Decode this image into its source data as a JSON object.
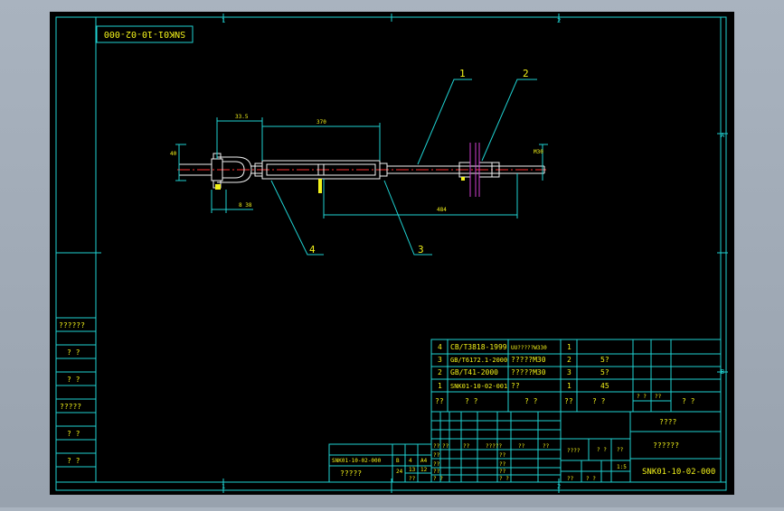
{
  "drawing": {
    "title_block_code": "SNK01-10-02-000",
    "drawing_number": "SNK01-10-02-000",
    "zone_letter_top": "1",
    "zone_letter_top_2": "2",
    "zone_letter_bottom": "1",
    "zone_letter_bottom_2": "2",
    "zone_letter_right": "A",
    "zone_letter_right_2": "B"
  },
  "dimensions": {
    "d_top_left": "33.5",
    "d_top_mid": "370",
    "d_bottom": "484",
    "d_left_vert": "40",
    "d_right_vert": "M30",
    "d_small": "8 38"
  },
  "balloons": [
    "1",
    "2",
    "3",
    "4"
  ],
  "left_panel": [
    "??????",
    "? ?",
    "? ?",
    "?????",
    "? ?",
    "? ?"
  ],
  "bom": [
    {
      "no": "4",
      "code": "CB/T3818-1999",
      "name": "UU?????W330",
      "qty": "1",
      "mat": ""
    },
    {
      "no": "3",
      "code": "GB/T6172.1-2000",
      "name": "?????M30",
      "qty": "2",
      "mat": "5?"
    },
    {
      "no": "2",
      "code": "GB/T41-2000",
      "name": "?????M30",
      "qty": "3",
      "mat": "5?"
    },
    {
      "no": "1",
      "code": "SNK01-10-02-001",
      "name": "??",
      "qty": "1",
      "mat": "45"
    }
  ],
  "bom_header": {
    "no": "??",
    "code": "? ?",
    "name": "? ?",
    "qty": "??",
    "mat": "? ?",
    "h1": "? ?",
    "h2": "??",
    "h3": "? ?"
  },
  "title_block": {
    "title_top": "????",
    "title_mid": "??????",
    "stage_label": "????",
    "sheet_labels": [
      "? ?",
      "??"
    ],
    "scale_value": "1:5",
    "r1": [
      "??",
      "??",
      "??",
      "?????",
      "??",
      "??"
    ],
    "r2": [
      "??"
    ],
    "r3": [
      "??"
    ],
    "r4": [
      "??"
    ],
    "footer": [
      "? ?",
      "? ?",
      "??",
      "? ?"
    ]
  },
  "aux_table": {
    "code": "SNK01-10-02-000",
    "label": "?????",
    "cells": [
      "B",
      "4",
      "A4",
      "24",
      "13",
      "12",
      "??"
    ]
  }
}
